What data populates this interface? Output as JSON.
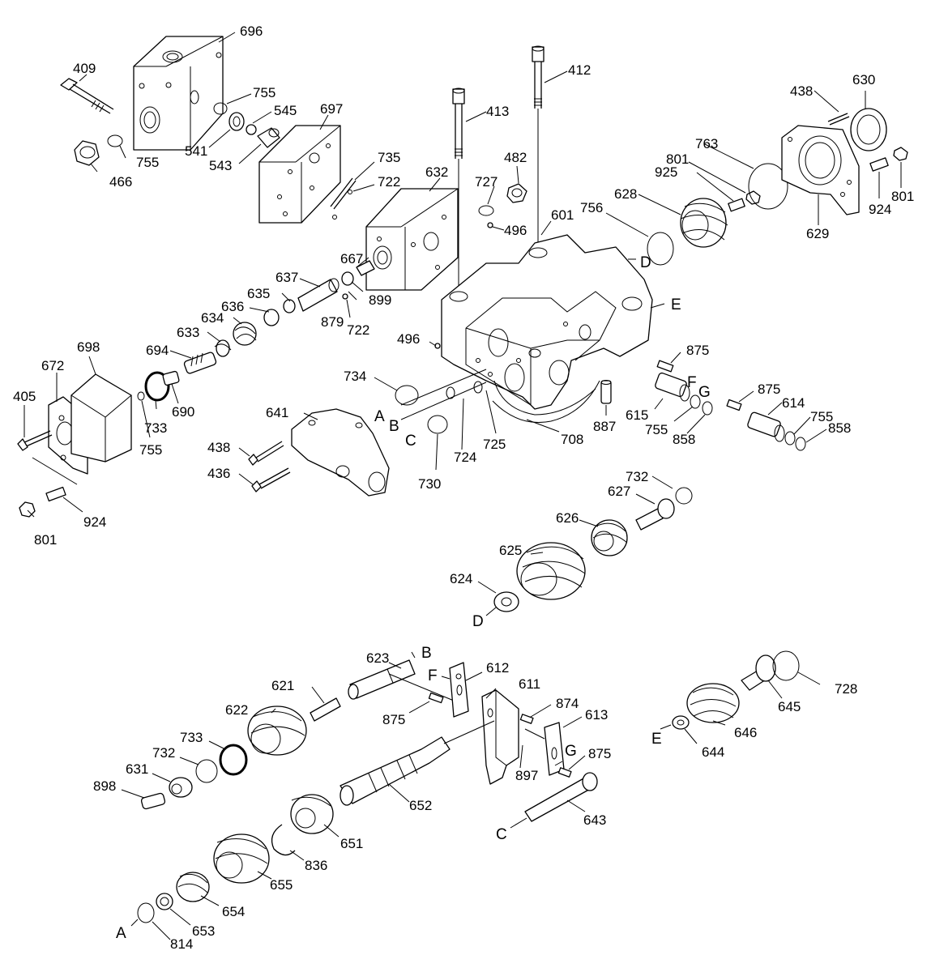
{
  "callouts": {
    "c405": "405",
    "c409": "409",
    "c412": "412",
    "c413": "413",
    "c436": "436",
    "c438a": "438",
    "c438b": "438",
    "c466": "466",
    "c482": "482",
    "c496a": "496",
    "c496b": "496",
    "c541": "541",
    "c543": "543",
    "c545": "545",
    "c601": "601",
    "c611": "611",
    "c612": "612",
    "c613": "613",
    "c614": "614",
    "c615": "615",
    "c621": "621",
    "c622": "622",
    "c623": "623",
    "c624": "624",
    "c625": "625",
    "c626": "626",
    "c627": "627",
    "c628": "628",
    "c629": "629",
    "c630": "630",
    "c631": "631",
    "c632": "632",
    "c633": "633",
    "c634": "634",
    "c635": "635",
    "c636": "636",
    "c637": "637",
    "c641": "641",
    "c643": "643",
    "c644": "644",
    "c645": "645",
    "c646": "646",
    "c651": "651",
    "c652": "652",
    "c653": "653",
    "c654": "654",
    "c655": "655",
    "c667": "667",
    "c672": "672",
    "c690": "690",
    "c694": "694",
    "c696": "696",
    "c697": "697",
    "c698": "698",
    "c708": "708",
    "c722a": "722",
    "c722b": "722",
    "c724": "724",
    "c725": "725",
    "c727": "727",
    "c728": "728",
    "c730": "730",
    "c732a": "732",
    "c732b": "732",
    "c733a": "733",
    "c733b": "733",
    "c734": "734",
    "c735": "735",
    "c755a": "755",
    "c755b": "755",
    "c755c": "755",
    "c755d": "755",
    "c755e": "755",
    "c756": "756",
    "c763": "763",
    "c801a": "801",
    "c801b": "801",
    "c801c": "801",
    "c814": "814",
    "c836": "836",
    "c858a": "858",
    "c858b": "858",
    "c874": "874",
    "c875a": "875",
    "c875b": "875",
    "c875c": "875",
    "c875d": "875",
    "c879": "879",
    "c887": "887",
    "c897": "897",
    "c898": "898",
    "c899": "899",
    "c924a": "924",
    "c924b": "924",
    "c925": "925"
  },
  "letters": {
    "A1": "A",
    "A2": "A",
    "B1": "B",
    "B2": "B",
    "C1": "C",
    "C2": "C",
    "D1": "D",
    "D2": "D",
    "E1": "E",
    "E2": "E",
    "F1": "F",
    "F2": "F",
    "G1": "G",
    "G2": "G"
  }
}
